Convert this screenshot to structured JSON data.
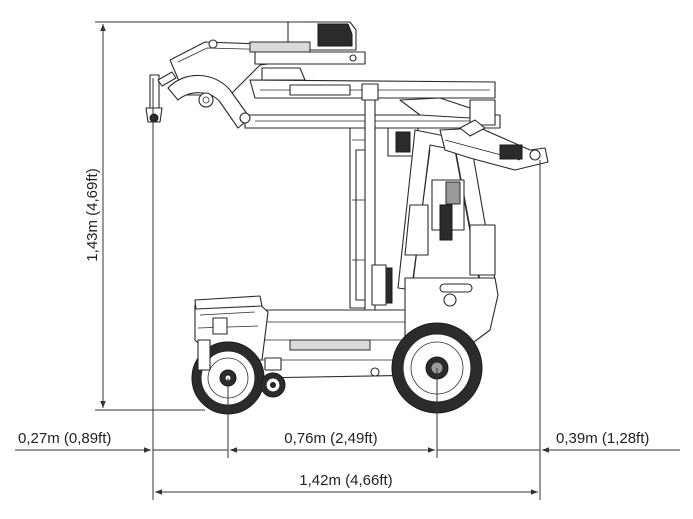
{
  "dimensions": {
    "height_label": "1,43m (4,69ft)",
    "front_overhang_label": "0,27m (0,89ft)",
    "wheelbase_label": "0,76m (2,49ft)",
    "rear_overhang_label": "0,39m (1,28ft)",
    "total_length_label": "1,42m (4,66ft)"
  },
  "colors": {
    "line": "#333333",
    "text": "#222222",
    "machine_stroke": "#2a2a2a",
    "tyre": "#2b2b2b"
  }
}
